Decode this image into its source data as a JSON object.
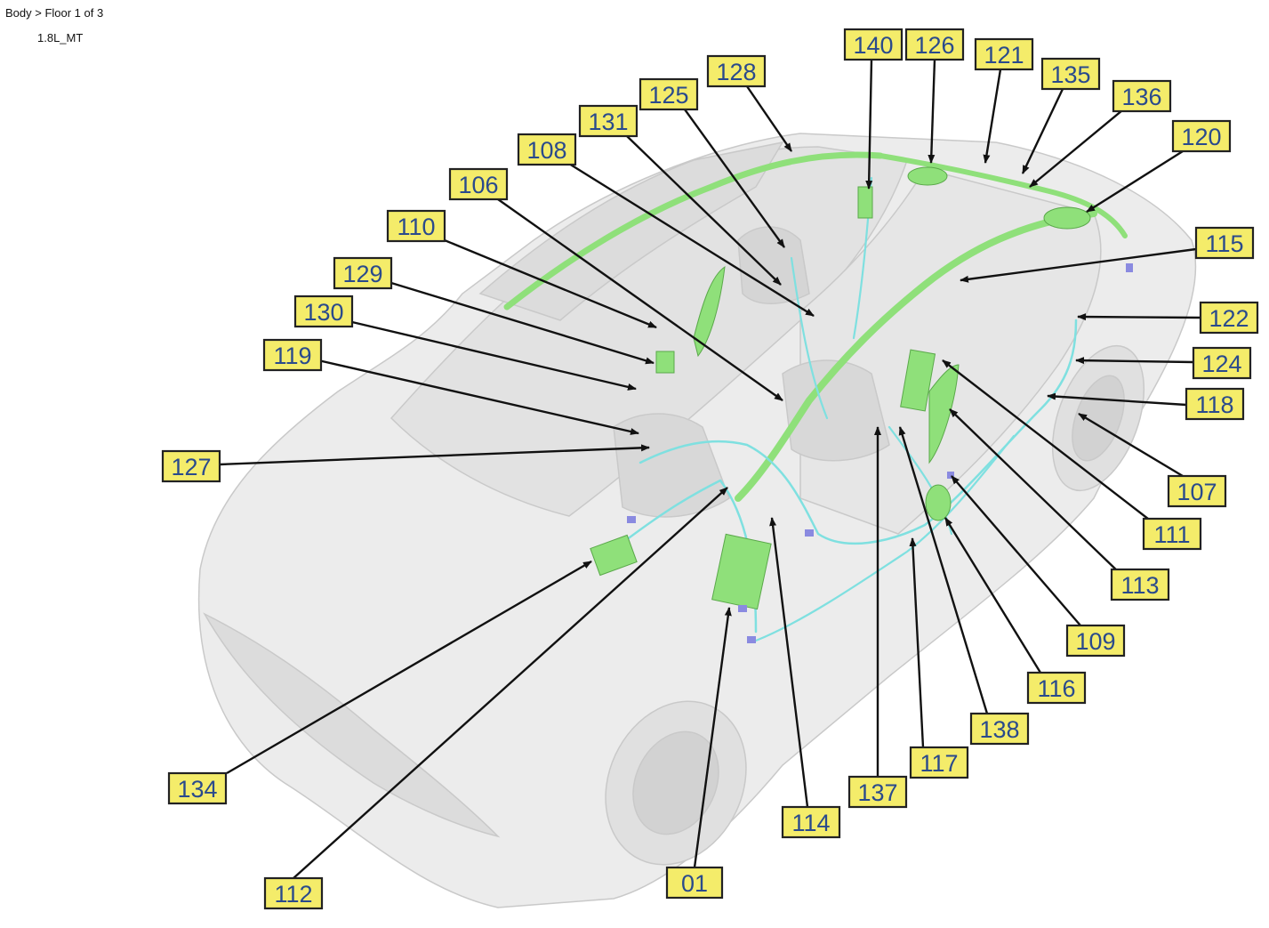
{
  "header": {
    "breadcrumb": "Body > Floor 1 of 3",
    "variant": "1.8L_MT"
  },
  "colors": {
    "callout_fill": "#f4ec6a",
    "callout_text": "#2a4a8c",
    "harness_green": "#8fe07a",
    "harness_cyan": "#7fe0e0",
    "body_gray": "#e4e4e4"
  },
  "callouts": [
    {
      "id": "c01",
      "label": "01"
    },
    {
      "id": "c106",
      "label": "106"
    },
    {
      "id": "c107",
      "label": "107"
    },
    {
      "id": "c108",
      "label": "108"
    },
    {
      "id": "c109",
      "label": "109"
    },
    {
      "id": "c110",
      "label": "110"
    },
    {
      "id": "c111",
      "label": "111"
    },
    {
      "id": "c112",
      "label": "112"
    },
    {
      "id": "c113",
      "label": "113"
    },
    {
      "id": "c114",
      "label": "114"
    },
    {
      "id": "c115",
      "label": "115"
    },
    {
      "id": "c116",
      "label": "116"
    },
    {
      "id": "c117",
      "label": "117"
    },
    {
      "id": "c118",
      "label": "118"
    },
    {
      "id": "c119",
      "label": "119"
    },
    {
      "id": "c120",
      "label": "120"
    },
    {
      "id": "c121",
      "label": "121"
    },
    {
      "id": "c122",
      "label": "122"
    },
    {
      "id": "c124",
      "label": "124"
    },
    {
      "id": "c125",
      "label": "125"
    },
    {
      "id": "c126",
      "label": "126"
    },
    {
      "id": "c127",
      "label": "127"
    },
    {
      "id": "c128",
      "label": "128"
    },
    {
      "id": "c129",
      "label": "129"
    },
    {
      "id": "c130",
      "label": "130"
    },
    {
      "id": "c131",
      "label": "131"
    },
    {
      "id": "c134",
      "label": "134"
    },
    {
      "id": "c135",
      "label": "135"
    },
    {
      "id": "c136",
      "label": "136"
    },
    {
      "id": "c137",
      "label": "137"
    },
    {
      "id": "c138",
      "label": "138"
    },
    {
      "id": "c140",
      "label": "140"
    }
  ]
}
